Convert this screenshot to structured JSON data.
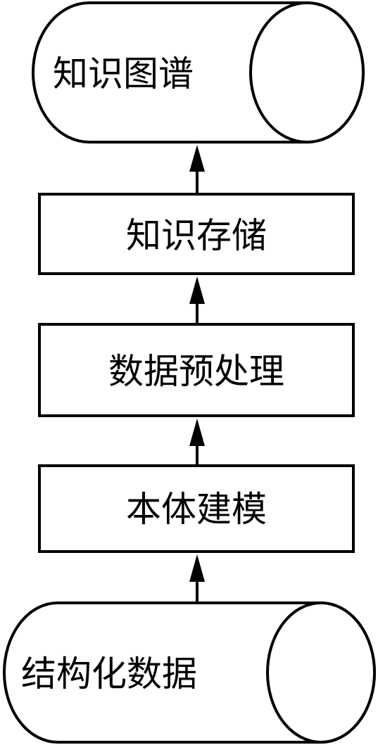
{
  "nodes": {
    "knowledge_graph": "知识图谱",
    "knowledge_storage": "知识存储",
    "data_preprocessing": "数据预处理",
    "ontology_modeling": "本体建模",
    "structured_data": "结构化数据"
  },
  "colors": {
    "stroke": "#000000",
    "fill": "#ffffff",
    "text": "#000000"
  }
}
